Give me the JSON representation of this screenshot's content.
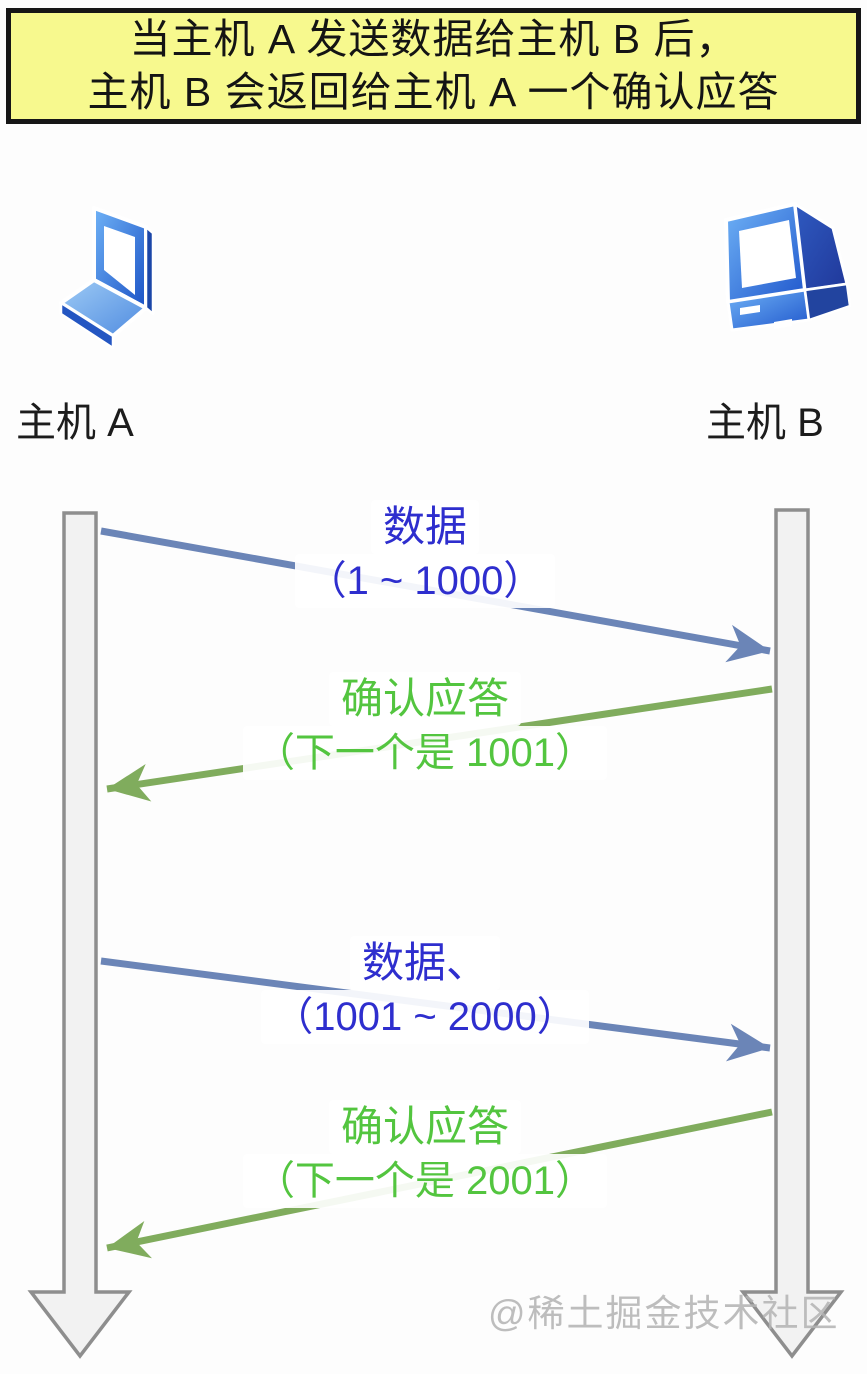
{
  "title": {
    "line1": "当主机 A 发送数据给主机 B 后，",
    "line2": "主机 B 会返回给主机 A 一个确认应答"
  },
  "hosts": {
    "a": {
      "label": "主机 A",
      "icon": "laptop-icon"
    },
    "b": {
      "label": "主机 B",
      "icon": "desktop-computer-icon"
    }
  },
  "messages": [
    {
      "type": "data",
      "direction": "a-to-b",
      "label": "数据",
      "range": "（1 ~ 1000）"
    },
    {
      "type": "ack",
      "direction": "b-to-a",
      "label": "确认应答",
      "range": "（下一个是 1001）"
    },
    {
      "type": "data",
      "direction": "a-to-b",
      "label": "数据、",
      "range": "（1001 ~ 2000）"
    },
    {
      "type": "ack",
      "direction": "b-to-a",
      "label": "确认应答",
      "range": "（下一个是 2001）"
    }
  ],
  "watermark": {
    "text": "@稀土掘金技术社区"
  },
  "colors": {
    "title_bg": "#F7F98E",
    "title_border": "#161616",
    "data_text": "#2E2ECE",
    "ack_text": "#53C53F",
    "data_arrow": "#6B85B7",
    "ack_arrow": "#80AC5D",
    "timeline_fill": "#F2F2F2",
    "timeline_stroke": "#8E8E8E",
    "watermark_color": "#B3B3B3",
    "page_bg": "#FDFDFD"
  }
}
